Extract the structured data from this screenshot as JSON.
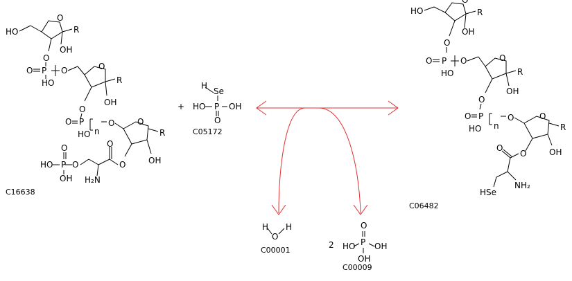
{
  "compounds": {
    "substrate_main": {
      "id": "C16638"
    },
    "substrate_second": {
      "id": "C05172",
      "plus_sign": "+"
    },
    "product_main": {
      "id": "C06482"
    },
    "product_water": {
      "id": "C00001"
    },
    "product_phosphate": {
      "id": "C00009",
      "coefficient": "2"
    }
  },
  "atoms": {
    "HO": "HO",
    "OH": "OH",
    "O": "O",
    "P": "P",
    "R": "R",
    "n": "n",
    "H2N": "H₂N",
    "NH2": "NH₂",
    "HSe": "HSe",
    "Se": "Se",
    "H": "H",
    "HO_P_OH": "HO P OH"
  },
  "colors": {
    "arrow": "#e03030",
    "text": "#000000"
  }
}
